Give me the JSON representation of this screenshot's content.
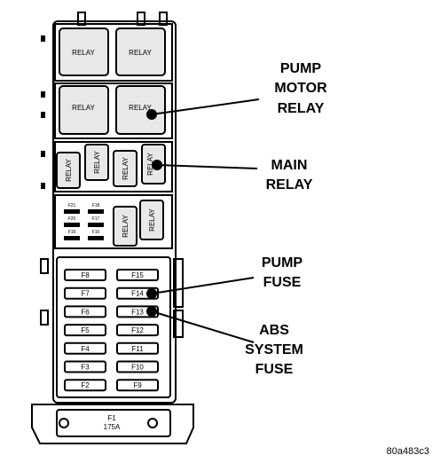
{
  "relays": {
    "top": [
      "RELAY",
      "RELAY"
    ],
    "middle": [
      "RELAY",
      "RELAY"
    ],
    "small_row": [
      "RELAY",
      "RELAY",
      "RELAY",
      "RELAY"
    ],
    "lower_pair": [
      "RELAY",
      "RELAY"
    ]
  },
  "fuses": {
    "left_column": [
      "F8",
      "F7",
      "F6",
      "F5",
      "F4",
      "F3",
      "F2"
    ],
    "right_column": [
      "F15",
      "F14",
      "F13",
      "F12",
      "F11",
      "F10",
      "F9"
    ],
    "main_fuse": {
      "name": "F1",
      "rating": "175A"
    }
  },
  "mini_fuses": [
    "F21",
    "F18",
    "F20",
    "F17",
    "F19",
    "F16"
  ],
  "callouts": {
    "pump_motor_relay": [
      "PUMP",
      "MOTOR",
      "RELAY"
    ],
    "main_relay": [
      "MAIN",
      "RELAY"
    ],
    "pump_fuse": [
      "PUMP",
      "FUSE"
    ],
    "abs_system_fuse": [
      "ABS",
      "SYSTEM",
      "FUSE"
    ]
  },
  "figure_id": "80a483c3"
}
